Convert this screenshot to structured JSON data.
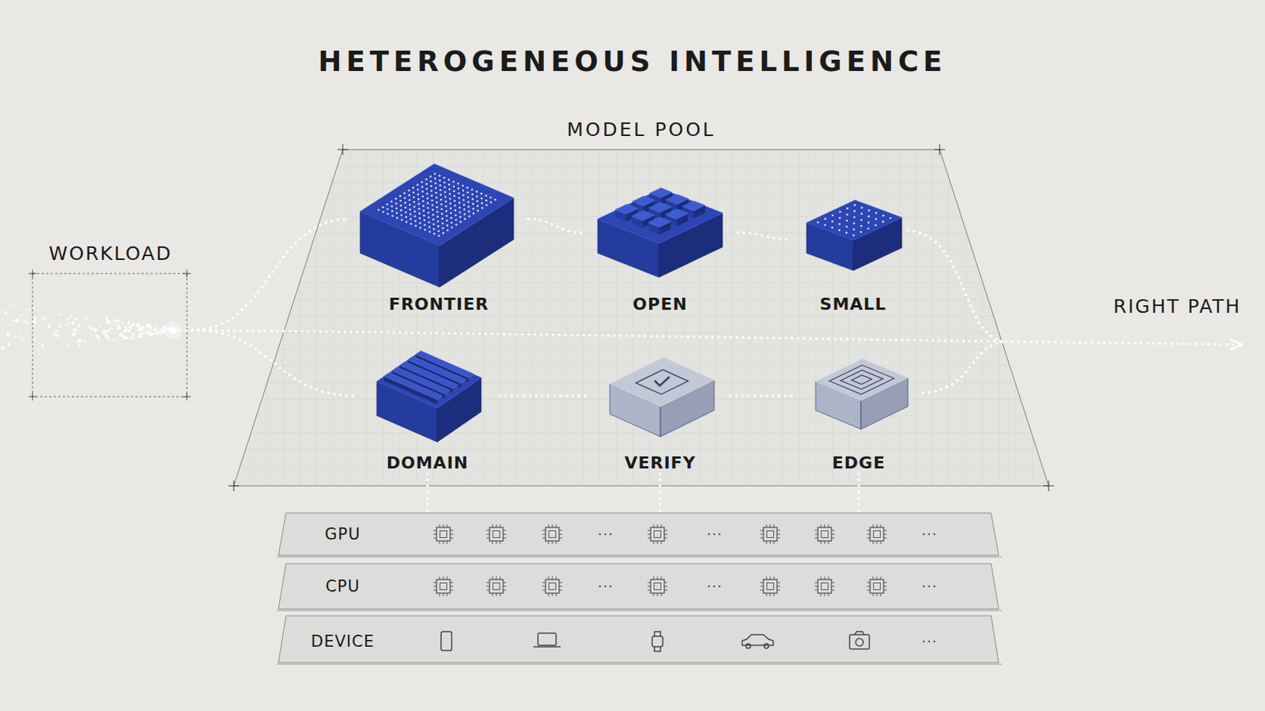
{
  "diagram": {
    "title": "HETEROGENEOUS INTELLIGENCE",
    "nodes": [
      {
        "text": [
          "WORKLOAD"
        ]
      },
      {
        "text": [
          "MODEL POOL"
        ]
      },
      {
        "text": [
          "FRONTIER"
        ],
        "in": 1
      },
      {
        "text": [
          "OPEN"
        ],
        "in": 1
      },
      {
        "text": [
          "SMALL"
        ],
        "in": 1
      },
      {
        "text": [
          "DOMAIN"
        ],
        "in": 1
      },
      {
        "text": [
          "VERIFY"
        ],
        "in": 1
      },
      {
        "text": [
          "EDGE"
        ],
        "in": 1
      },
      {
        "text": [
          "GPU"
        ]
      },
      {
        "text": [
          "CPU"
        ]
      },
      {
        "text": [
          "DEVICE"
        ]
      }
    ],
    "edges": [
      {
        "from": 0,
        "to": 2,
        "arrow": "none"
      },
      {
        "from": 0,
        "to": 5,
        "arrow": "none"
      },
      {
        "from": 2,
        "to": 3,
        "arrow": "none"
      },
      {
        "from": 3,
        "to": 4,
        "arrow": "none"
      },
      {
        "from": 5,
        "to": 6,
        "arrow": "none"
      },
      {
        "from": 6,
        "to": 7,
        "arrow": "none"
      },
      {
        "from": 5,
        "to": 8,
        "arrow": "none"
      },
      {
        "from": 6,
        "to": 8,
        "arrow": "none"
      },
      {
        "from": 7,
        "to": 8,
        "arrow": "none"
      }
    ],
    "labels": [
      "RIGHT PATH"
    ]
  }
}
